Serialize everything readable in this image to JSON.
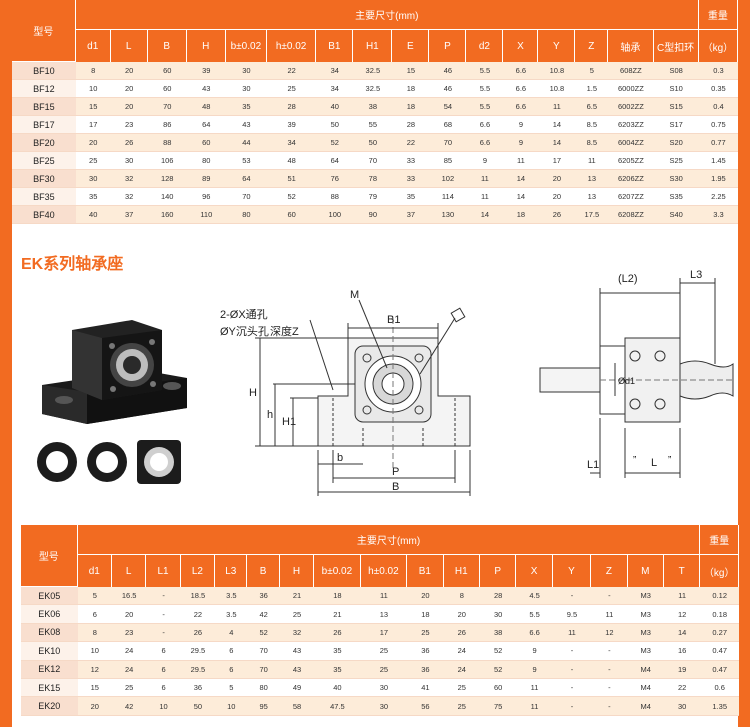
{
  "colors": {
    "accent": "#f26b21",
    "row_light": "#fdecd9",
    "row_white": "#ffffff"
  },
  "bf_table": {
    "model_header": "型号",
    "group_header": "主要尺寸(mm)",
    "weight_header": "重量",
    "weight_unit": "（kg）",
    "columns": [
      "d1",
      "L",
      "B",
      "H",
      "b±0.02",
      "h±0.02",
      "B1",
      "H1",
      "E",
      "P",
      "d2",
      "X",
      "Y",
      "Z",
      "轴承",
      "C型扣环"
    ],
    "rows": [
      [
        "BF10",
        "8",
        "20",
        "60",
        "39",
        "30",
        "22",
        "34",
        "32.5",
        "15",
        "46",
        "5.5",
        "6.6",
        "10.8",
        "5",
        "608ZZ",
        "S08",
        "0.3"
      ],
      [
        "BF12",
        "10",
        "20",
        "60",
        "43",
        "30",
        "25",
        "34",
        "32.5",
        "18",
        "46",
        "5.5",
        "6.6",
        "10.8",
        "1.5",
        "6000ZZ",
        "S10",
        "0.35"
      ],
      [
        "BF15",
        "15",
        "20",
        "70",
        "48",
        "35",
        "28",
        "40",
        "38",
        "18",
        "54",
        "5.5",
        "6.6",
        "11",
        "6.5",
        "6002ZZ",
        "S15",
        "0.4"
      ],
      [
        "BF17",
        "17",
        "23",
        "86",
        "64",
        "43",
        "39",
        "50",
        "55",
        "28",
        "68",
        "6.6",
        "9",
        "14",
        "8.5",
        "6203ZZ",
        "S17",
        "0.75"
      ],
      [
        "BF20",
        "20",
        "26",
        "88",
        "60",
        "44",
        "34",
        "52",
        "50",
        "22",
        "70",
        "6.6",
        "9",
        "14",
        "8.5",
        "6004ZZ",
        "S20",
        "0.77"
      ],
      [
        "BF25",
        "25",
        "30",
        "106",
        "80",
        "53",
        "48",
        "64",
        "70",
        "33",
        "85",
        "9",
        "11",
        "17",
        "11",
        "6205ZZ",
        "S25",
        "1.45"
      ],
      [
        "BF30",
        "30",
        "32",
        "128",
        "89",
        "64",
        "51",
        "76",
        "78",
        "33",
        "102",
        "11",
        "14",
        "20",
        "13",
        "6206ZZ",
        "S30",
        "1.95"
      ],
      [
        "BF35",
        "35",
        "32",
        "140",
        "96",
        "70",
        "52",
        "88",
        "79",
        "35",
        "114",
        "11",
        "14",
        "20",
        "13",
        "6207ZZ",
        "S35",
        "2.25"
      ],
      [
        "BF40",
        "40",
        "37",
        "160",
        "110",
        "80",
        "60",
        "100",
        "90",
        "37",
        "130",
        "14",
        "18",
        "26",
        "17.5",
        "6208ZZ",
        "S40",
        "3.3"
      ]
    ]
  },
  "section_title": "EK系列轴承座",
  "drawing": {
    "hole_note_1": "2-ØX通孔",
    "hole_note_2": "ØY沉头孔",
    "depth_note": "深度Z",
    "dims": {
      "M": "M",
      "B1": "B1",
      "H": "H",
      "h": "h",
      "H1": "H1",
      "b": "b",
      "P": "P",
      "B": "B",
      "L2": "(L2)",
      "L3": "L3",
      "L1": "L1",
      "L": "L",
      "d1": "Ød1",
      "tick": "”",
      "tick2": "”"
    }
  },
  "ek_table": {
    "model_header": "型号",
    "group_header": "主要尺寸(mm)",
    "weight_header": "重量",
    "weight_unit": "（kg）",
    "columns": [
      "d1",
      "L",
      "L1",
      "L2",
      "L3",
      "B",
      "H",
      "b±0.02",
      "h±0.02",
      "B1",
      "H1",
      "P",
      "X",
      "Y",
      "Z",
      "M",
      "T"
    ],
    "rows": [
      [
        "EK05",
        "5",
        "16.5",
        "-",
        "18.5",
        "3.5",
        "36",
        "21",
        "18",
        "11",
        "20",
        "8",
        "28",
        "4.5",
        "-",
        "-",
        "M3",
        "11",
        "0.12"
      ],
      [
        "EK06",
        "6",
        "20",
        "-",
        "22",
        "3.5",
        "42",
        "25",
        "21",
        "13",
        "18",
        "20",
        "30",
        "5.5",
        "9.5",
        "11",
        "M3",
        "12",
        "0.18"
      ],
      [
        "EK08",
        "8",
        "23",
        "-",
        "26",
        "4",
        "52",
        "32",
        "26",
        "17",
        "25",
        "26",
        "38",
        "6.6",
        "11",
        "12",
        "M3",
        "14",
        "0.27"
      ],
      [
        "EK10",
        "10",
        "24",
        "6",
        "29.5",
        "6",
        "70",
        "43",
        "35",
        "25",
        "36",
        "24",
        "52",
        "9",
        "-",
        "-",
        "M3",
        "16",
        "0.47"
      ],
      [
        "EK12",
        "12",
        "24",
        "6",
        "29.5",
        "6",
        "70",
        "43",
        "35",
        "25",
        "36",
        "24",
        "52",
        "9",
        "-",
        "-",
        "M4",
        "19",
        "0.47"
      ],
      [
        "EK15",
        "15",
        "25",
        "6",
        "36",
        "5",
        "80",
        "49",
        "40",
        "30",
        "41",
        "25",
        "60",
        "11",
        "-",
        "-",
        "M4",
        "22",
        "0.6"
      ],
      [
        "EK20",
        "20",
        "42",
        "10",
        "50",
        "10",
        "95",
        "58",
        "47.5",
        "30",
        "56",
        "25",
        "75",
        "11",
        "-",
        "-",
        "M4",
        "30",
        "1.35"
      ]
    ]
  }
}
